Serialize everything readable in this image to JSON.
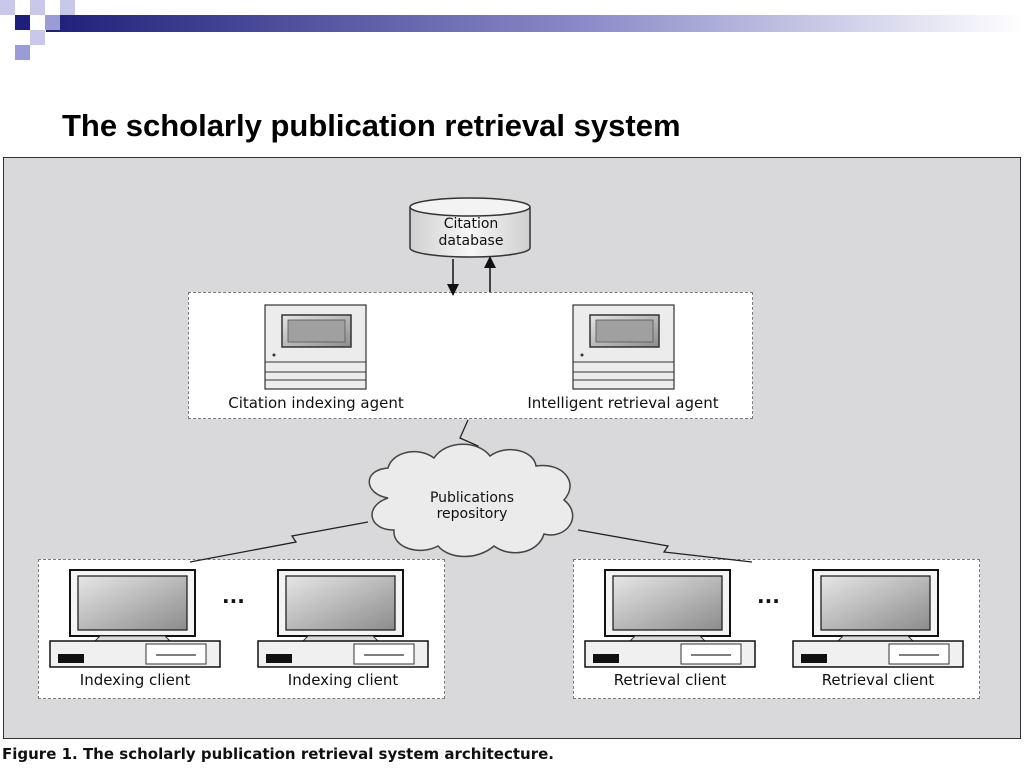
{
  "slide": {
    "title": "The scholarly publication retrieval system",
    "caption": "Figure 1. The scholarly publication retrieval system architecture."
  },
  "diagram": {
    "database": {
      "line1": "Citation",
      "line2": "database"
    },
    "agents": [
      {
        "label": "Citation indexing agent"
      },
      {
        "label": "Intelligent retrieval agent"
      }
    ],
    "repository": {
      "line1": "Publications",
      "line2": "repository"
    },
    "indexing_clients": [
      {
        "label": "Indexing client"
      },
      {
        "label": "Indexing client"
      }
    ],
    "retrieval_clients": [
      {
        "label": "Retrieval client"
      },
      {
        "label": "Retrieval client"
      }
    ],
    "ellipsis": "..."
  },
  "colors": {
    "accent_navy": "#1f1f7a",
    "accent_lavender": "#9b9bd6",
    "figure_background": "#d9d9db"
  }
}
